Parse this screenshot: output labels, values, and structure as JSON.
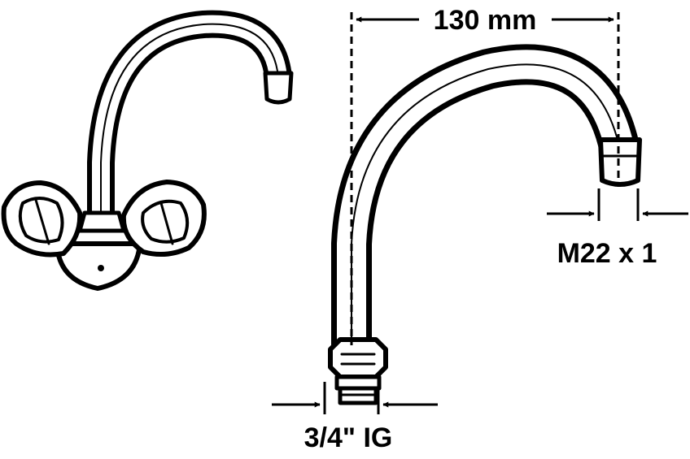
{
  "labels": {
    "width": "130 mm",
    "outlet_thread": "M22 x 1",
    "inlet_thread": "3/4\" IG"
  },
  "colors": {
    "ink": "#000000",
    "paper": "#ffffff"
  },
  "icons": [
    "mixer-tap-icon",
    "spout-icon",
    "dimension-arrow-icon"
  ]
}
